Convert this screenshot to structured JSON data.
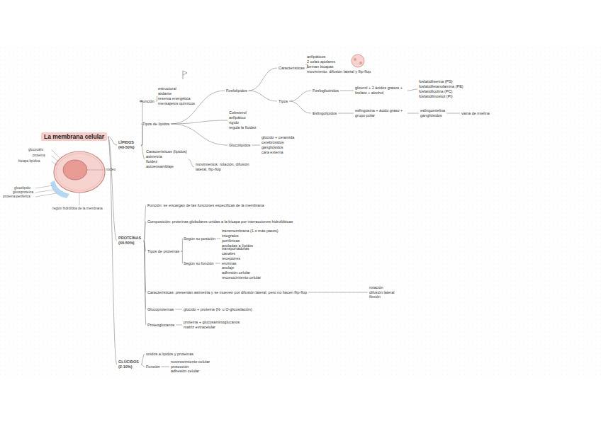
{
  "diagram": {
    "nodes": [
      {
        "text": [
          "La membrana celular"
        ]
      },
      {
        "text": [
          "LÍPIDOS (40-50%)"
        ]
      },
      {
        "text": [
          "Función"
        ]
      },
      {
        "text": [
          "estructural",
          "aislante",
          "reserva energética",
          "mensajeros químicos"
        ]
      },
      {
        "text": [
          "Tipos de lípidos"
        ]
      },
      {
        "text": [
          "Fosfolípidos"
        ]
      },
      {
        "text": [
          "Características"
        ]
      },
      {
        "text": [
          "anfipáticos",
          "2 colas apolares",
          "forman bicapas",
          "movimiento: difusión lateral y flip-flop"
        ]
      },
      {
        "text": [
          "Tipos"
        ]
      },
      {
        "text": [
          "Fosfoglicéridos"
        ]
      },
      {
        "text": [
          "glicerol + 2 ácidos grasos + fosfato + alcohol"
        ]
      },
      {
        "text": [
          "fosfatidilserina (PS)",
          "fosfatidiletanolamina (PE)",
          "fosfatidilcolina (PC)",
          "fosfatidilinositol (PI)"
        ]
      },
      {
        "text": [
          "Esfingolípidos"
        ]
      },
      {
        "text": [
          "esfingosina + ácido graso + grupo polar"
        ]
      },
      {
        "text": [
          "esfingomielina",
          "gangliósidos"
        ]
      },
      {
        "text": [
          "vaina de mielina"
        ]
      },
      {
        "text": [
          "Colesterol",
          "anfipático",
          "rígido",
          "regula la fluidez"
        ]
      },
      {
        "text": [
          "Glucolípidos"
        ]
      },
      {
        "text": [
          "glúcido + ceramida",
          "cerebrósidos",
          "gangliósidos",
          "cara externa"
        ]
      },
      {
        "text": [
          "Características (lípidos)",
          "asimetría",
          "fluidez",
          "autoensamblaje"
        ]
      },
      {
        "text": [
          "movimientos: rotación, difusión lateral, flip-flop"
        ]
      },
      {
        "text": [
          "PROTEÍNAS (40-50%)"
        ]
      },
      {
        "text": [
          "Función: se encargan de las funciones específicas de la membrana"
        ]
      },
      {
        "text": [
          "Composición: proteínas globulares unidas a la bicapa por interacciones hidrofóbicas"
        ]
      },
      {
        "text": [
          "Tipos de proteínas"
        ]
      },
      {
        "text": [
          "Según su posición"
        ]
      },
      {
        "text": [
          "transmembrana (1 o más pasos)",
          "integrales",
          "periféricas",
          "ancladas a lípidos"
        ]
      },
      {
        "text": [
          "Según su función"
        ]
      },
      {
        "text": [
          "transportadoras",
          "canales",
          "receptores",
          "enzimas",
          "anclaje",
          "adhesión celular",
          "reconocimiento celular"
        ]
      },
      {
        "text": [
          "Características: presentan asimetría y se mueven por difusión lateral, pero no hacen flip-flop"
        ]
      },
      {
        "text": [
          "rotación",
          "difusión lateral",
          "flexión"
        ]
      },
      {
        "text": [
          "Glucoproteínas"
        ]
      },
      {
        "text": [
          "glúcido + proteína (N- u O-glicosilación)"
        ]
      },
      {
        "text": [
          "Proteoglucanos"
        ]
      },
      {
        "text": [
          "proteína + glucosaminoglucanos",
          "matriz extracelular"
        ]
      },
      {
        "text": [
          "GLÚCIDOS (2-10%)"
        ]
      },
      {
        "text": [
          "unidos a lípidos y proteínas"
        ]
      },
      {
        "text": [
          "Función"
        ]
      },
      {
        "text": [
          "reconocimiento celular",
          "protección",
          "adhesión celular"
        ]
      }
    ],
    "edges": [
      {
        "from": 0,
        "to": 1,
        "arrow": "none"
      },
      {
        "from": 0,
        "to": 21,
        "arrow": "none"
      },
      {
        "from": 0,
        "to": 35,
        "arrow": "none"
      },
      {
        "from": 1,
        "to": 2,
        "arrow": "none"
      },
      {
        "from": 2,
        "to": 3,
        "arrow": "none"
      },
      {
        "from": 1,
        "to": 4,
        "arrow": "none"
      },
      {
        "from": 4,
        "to": 5,
        "arrow": "none"
      },
      {
        "from": 5,
        "to": 6,
        "arrow": "none"
      },
      {
        "from": 6,
        "to": 7,
        "arrow": "none"
      },
      {
        "from": 5,
        "to": 8,
        "arrow": "none"
      },
      {
        "from": 8,
        "to": 9,
        "arrow": "none"
      },
      {
        "from": 9,
        "to": 10,
        "arrow": "none"
      },
      {
        "from": 10,
        "to": 11,
        "arrow": "none"
      },
      {
        "from": 8,
        "to": 12,
        "arrow": "none"
      },
      {
        "from": 12,
        "to": 13,
        "arrow": "none"
      },
      {
        "from": 13,
        "to": 14,
        "arrow": "none"
      },
      {
        "from": 14,
        "to": 15,
        "arrow": "none"
      },
      {
        "from": 4,
        "to": 16,
        "arrow": "none"
      },
      {
        "from": 4,
        "to": 17,
        "arrow": "none"
      },
      {
        "from": 17,
        "to": 18,
        "arrow": "none"
      },
      {
        "from": 1,
        "to": 19,
        "arrow": "none"
      },
      {
        "from": 19,
        "to": 20,
        "arrow": "none"
      },
      {
        "from": 21,
        "to": 22,
        "arrow": "none"
      },
      {
        "from": 21,
        "to": 23,
        "arrow": "none"
      },
      {
        "from": 21,
        "to": 24,
        "arrow": "none"
      },
      {
        "from": 24,
        "to": 25,
        "arrow": "none"
      },
      {
        "from": 25,
        "to": 26,
        "arrow": "none"
      },
      {
        "from": 24,
        "to": 27,
        "arrow": "none"
      },
      {
        "from": 27,
        "to": 28,
        "arrow": "none"
      },
      {
        "from": 21,
        "to": 29,
        "arrow": "none"
      },
      {
        "from": 29,
        "to": 30,
        "arrow": "none"
      },
      {
        "from": 21,
        "to": 31,
        "arrow": "none"
      },
      {
        "from": 31,
        "to": 32,
        "arrow": "none"
      },
      {
        "from": 21,
        "to": 33,
        "arrow": "none"
      },
      {
        "from": 33,
        "to": 34,
        "arrow": "none"
      },
      {
        "from": 35,
        "to": 36,
        "arrow": "none"
      },
      {
        "from": 35,
        "to": 37,
        "arrow": "none"
      },
      {
        "from": 37,
        "to": 38,
        "arrow": "none"
      }
    ],
    "labels": [
      "glucocálix",
      "proteína",
      "bicapa lipídica",
      "núcleo",
      "glucolípido",
      "glucoproteína",
      "proteína periférica",
      "región hidrófoba de la membrana"
    ]
  }
}
